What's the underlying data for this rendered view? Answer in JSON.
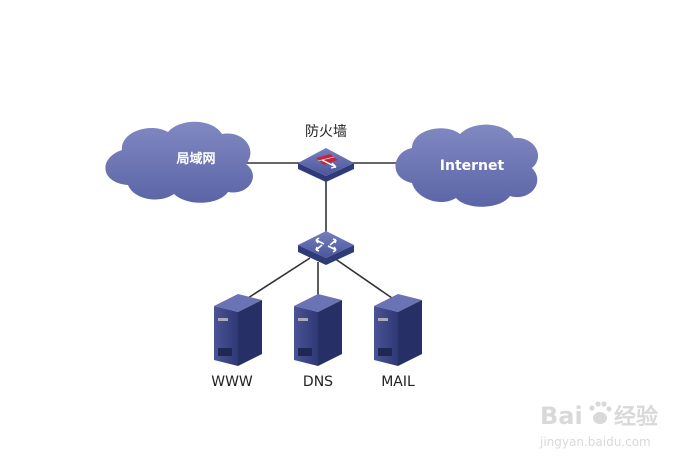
{
  "diagram": {
    "clouds": {
      "lan": "局域网",
      "internet": "Internet"
    },
    "firewall": {
      "label": "防火墙"
    },
    "servers": {
      "www": "WWW",
      "dns": "DNS",
      "mail": "MAIL"
    }
  },
  "watermark": {
    "brand_left": "Bai",
    "brand_right": "经验",
    "url": "jingyan.baidu.com"
  },
  "colors": {
    "cloud": "#6b75b3",
    "device_top": "#5a65a8",
    "device_side": "#2f3a78",
    "server_front": "#3b4587",
    "firewall_accent": "#c0273a",
    "line": "#333333",
    "watermark": "#d9d9d9"
  }
}
